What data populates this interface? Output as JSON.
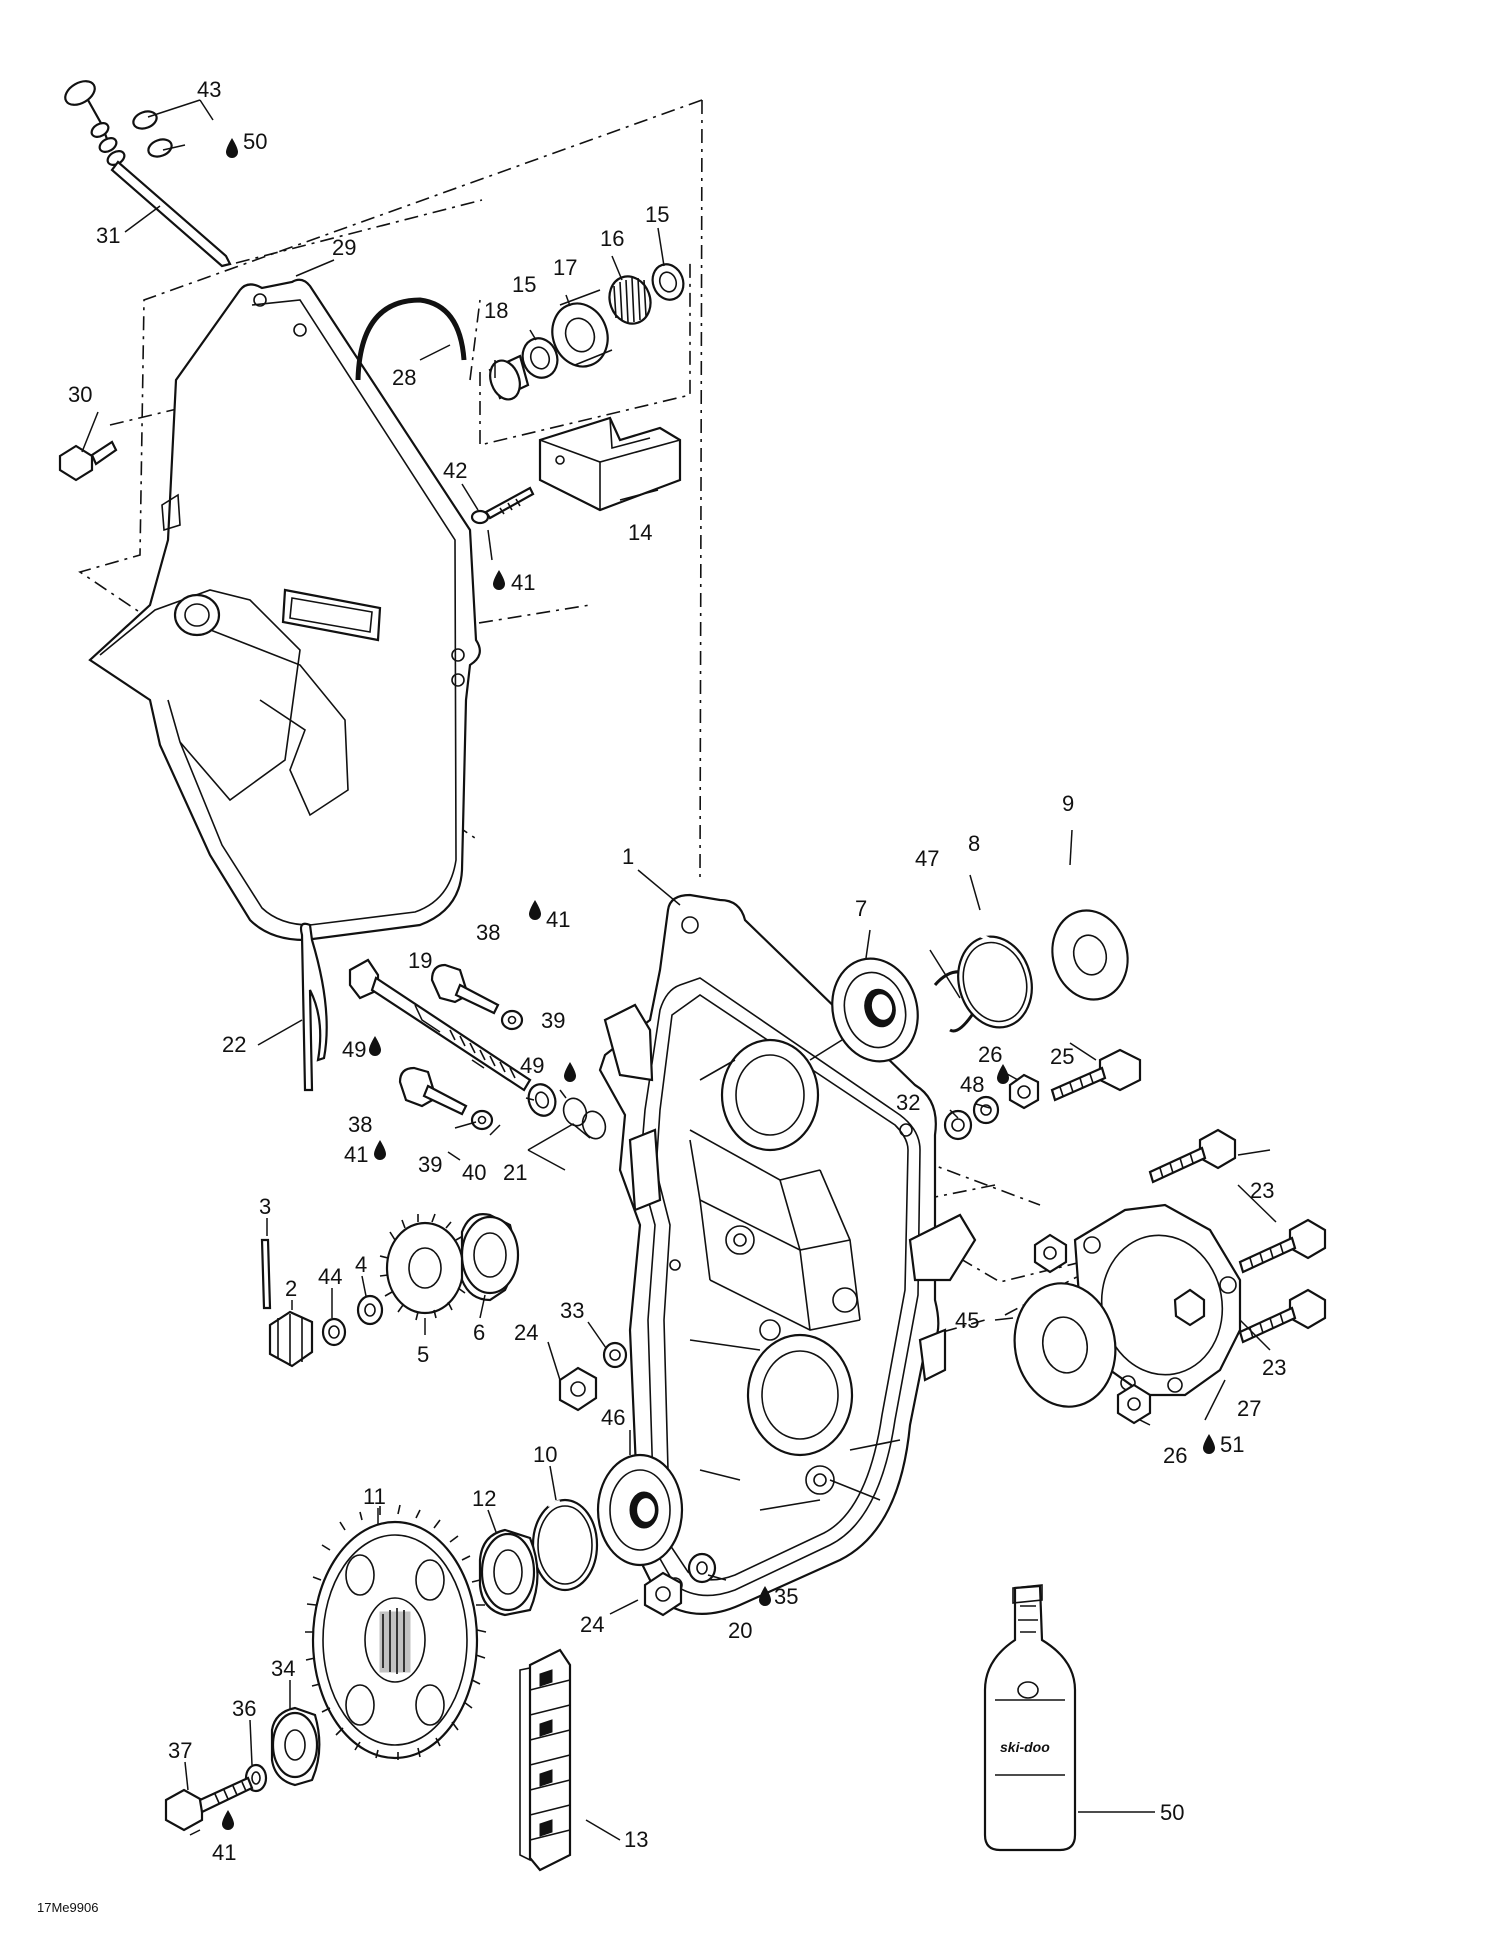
{
  "labels": [
    {
      "id": "1",
      "text": "1"
    },
    {
      "id": "2",
      "text": "2"
    },
    {
      "id": "3",
      "text": "3"
    },
    {
      "id": "4",
      "text": "4"
    },
    {
      "id": "5",
      "text": "5"
    },
    {
      "id": "6",
      "text": "6"
    },
    {
      "id": "7",
      "text": "7"
    },
    {
      "id": "8",
      "text": "8"
    },
    {
      "id": "9",
      "text": "9"
    },
    {
      "id": "10",
      "text": "10"
    },
    {
      "id": "11",
      "text": "11"
    },
    {
      "id": "12",
      "text": "12"
    },
    {
      "id": "13",
      "text": "13"
    },
    {
      "id": "14",
      "text": "14"
    },
    {
      "id": "15a",
      "text": "15"
    },
    {
      "id": "15b",
      "text": "15"
    },
    {
      "id": "16",
      "text": "16"
    },
    {
      "id": "17",
      "text": "17"
    },
    {
      "id": "18",
      "text": "18"
    },
    {
      "id": "19",
      "text": "19"
    },
    {
      "id": "20",
      "text": "20"
    },
    {
      "id": "21",
      "text": "21"
    },
    {
      "id": "22",
      "text": "22"
    },
    {
      "id": "23a",
      "text": "23"
    },
    {
      "id": "23b",
      "text": "23"
    },
    {
      "id": "24a",
      "text": "24"
    },
    {
      "id": "24b",
      "text": "24"
    },
    {
      "id": "25",
      "text": "25"
    },
    {
      "id": "26a",
      "text": "26"
    },
    {
      "id": "26b",
      "text": "26"
    },
    {
      "id": "27",
      "text": "27"
    },
    {
      "id": "28",
      "text": "28"
    },
    {
      "id": "29",
      "text": "29"
    },
    {
      "id": "30",
      "text": "30"
    },
    {
      "id": "31",
      "text": "31"
    },
    {
      "id": "32",
      "text": "32"
    },
    {
      "id": "33",
      "text": "33"
    },
    {
      "id": "34",
      "text": "34"
    },
    {
      "id": "35",
      "text": "35"
    },
    {
      "id": "36",
      "text": "36"
    },
    {
      "id": "37",
      "text": "37"
    },
    {
      "id": "38a",
      "text": "38"
    },
    {
      "id": "38b",
      "text": "38"
    },
    {
      "id": "39a",
      "text": "39"
    },
    {
      "id": "39b",
      "text": "39"
    },
    {
      "id": "40",
      "text": "40"
    },
    {
      "id": "41a",
      "text": "41"
    },
    {
      "id": "41b",
      "text": "41"
    },
    {
      "id": "41c",
      "text": "41"
    },
    {
      "id": "41d",
      "text": "41"
    },
    {
      "id": "42",
      "text": "42"
    },
    {
      "id": "43",
      "text": "43"
    },
    {
      "id": "44",
      "text": "44"
    },
    {
      "id": "45",
      "text": "45"
    },
    {
      "id": "46",
      "text": "46"
    },
    {
      "id": "47",
      "text": "47"
    },
    {
      "id": "48",
      "text": "48"
    },
    {
      "id": "49a",
      "text": "49"
    },
    {
      "id": "49b",
      "text": "49"
    },
    {
      "id": "50a",
      "text": "50"
    },
    {
      "id": "50b",
      "text": "50"
    },
    {
      "id": "51",
      "text": "51"
    }
  ],
  "drawing_code": "17Me9906",
  "bottle_brand": "ski-doo",
  "icons": {
    "lubricant": "oil-drop-icon"
  }
}
